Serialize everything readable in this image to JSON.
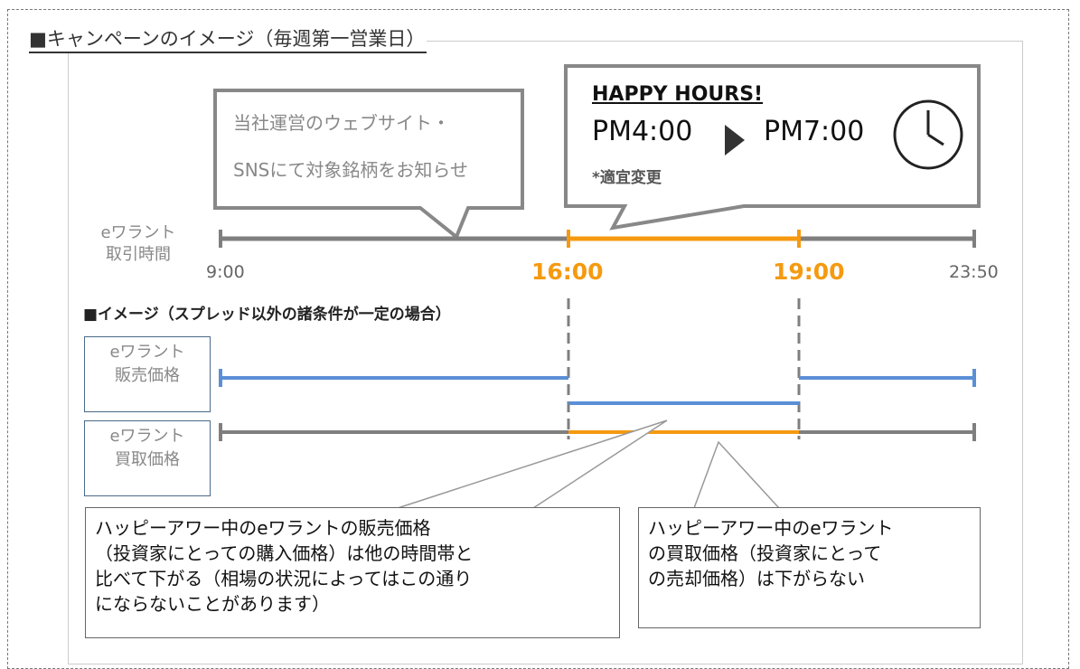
{
  "heading": "■キャンペーンのイメージ（毎週第一営業日）",
  "callout_sns": {
    "line1": "当社運営のウェブサイト・",
    "line2": "SNSにて対象銘柄をお知らせ"
  },
  "happy_hours": {
    "title": "HAPPY HOURS!",
    "start": "PM4:00",
    "end": "PM7:00",
    "note": "*適宜変更",
    "icon": "clock-icon"
  },
  "timeline": {
    "label_line1": "eワラント",
    "label_line2": "取引時間",
    "ticks": [
      "9:00",
      "16:00",
      "19:00",
      "23:50"
    ]
  },
  "subheading": "■イメージ（スプレッド以外の諸条件が一定の場合）",
  "rows": {
    "sell": {
      "line1": "eワラント",
      "line2": "販売価格"
    },
    "buy": {
      "line1": "eワラント",
      "line2": "買取価格"
    }
  },
  "explain_sell": "ハッピーアワー中のeワラントの販売価格\n（投資家にとっての購入価格）は他の時間帯と\n比べて下がる（相場の状況によってはこの通り\nにならないことがあります）",
  "explain_buy": "ハッピーアワー中のeワラント\nの買取価格（投資家にとって\nの売却価格）は下がらない",
  "colors": {
    "gray_line": "#7f7f7f",
    "orange": "#f59a10",
    "blue": "#5b8fd6"
  }
}
